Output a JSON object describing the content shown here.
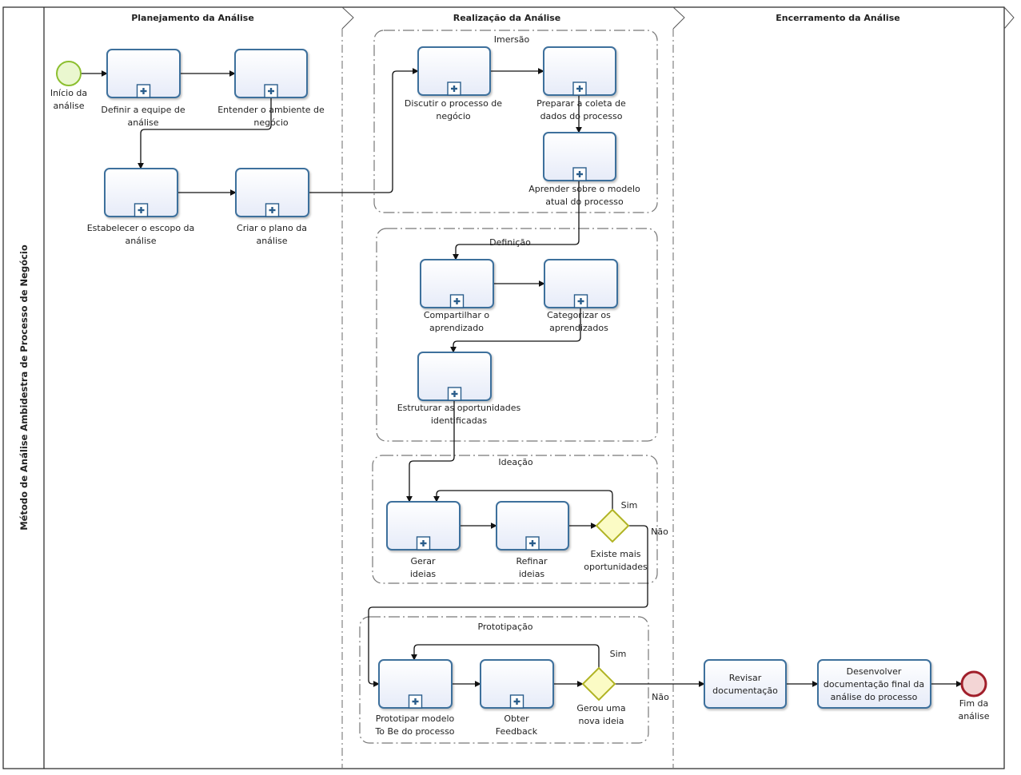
{
  "pool": {
    "title": "Método de Análise Ambidestra de Processo de Negócio"
  },
  "phases": [
    {
      "id": "planejamento",
      "title": "Planejamento da Análise"
    },
    {
      "id": "realizacao",
      "title": "Realização da Análise"
    },
    {
      "id": "encerramento",
      "title": "Encerramento da Análise"
    }
  ],
  "groups": [
    {
      "id": "imersao",
      "label": "Imersão"
    },
    {
      "id": "definicao",
      "label": "Definição"
    },
    {
      "id": "ideacao",
      "label": "Ideação"
    },
    {
      "id": "prototipacao",
      "label": "Prototipação"
    }
  ],
  "events": [
    {
      "id": "inicio",
      "kind": "start",
      "label": [
        "Início da",
        "análise"
      ]
    },
    {
      "id": "fim",
      "kind": "end",
      "label": [
        "Fim da",
        "análise"
      ]
    }
  ],
  "tasks": [
    {
      "id": "definir-equipe",
      "subprocess": true,
      "label": [
        "Definir a equipe de",
        "análise"
      ]
    },
    {
      "id": "entender-ambiente",
      "subprocess": true,
      "label": [
        "Entender o ambiente de",
        "negócio"
      ]
    },
    {
      "id": "estabelecer-escopo",
      "subprocess": true,
      "label": [
        "Estabelecer o escopo da",
        "análise"
      ]
    },
    {
      "id": "criar-plano",
      "subprocess": true,
      "label": [
        "Criar o plano da",
        "análise"
      ]
    },
    {
      "id": "discutir-processo",
      "subprocess": true,
      "label": [
        "Discutir o processo de",
        "negócio"
      ]
    },
    {
      "id": "preparar-coleta",
      "subprocess": true,
      "label": [
        "Preparar a coleta de",
        "dados do processo"
      ]
    },
    {
      "id": "aprender-modelo",
      "subprocess": true,
      "label": [
        "Aprender sobre o modelo",
        "atual do processo"
      ]
    },
    {
      "id": "compartilhar",
      "subprocess": true,
      "label": [
        "Compartilhar o",
        "aprendizado"
      ]
    },
    {
      "id": "categorizar",
      "subprocess": true,
      "label": [
        "Categorizar os",
        "aprendizados"
      ]
    },
    {
      "id": "estruturar",
      "subprocess": true,
      "label": [
        "Estruturar as oportunidades",
        "identificadas"
      ]
    },
    {
      "id": "gerar-ideias",
      "subprocess": true,
      "label": [
        "Gerar",
        "ideias"
      ]
    },
    {
      "id": "refinar-ideias",
      "subprocess": true,
      "label": [
        "Refinar",
        "ideias"
      ]
    },
    {
      "id": "prototipar",
      "subprocess": true,
      "label": [
        "Prototipar modelo",
        "To Be do processo"
      ]
    },
    {
      "id": "obter-feedback",
      "subprocess": true,
      "label": [
        "Obter",
        "Feedback"
      ]
    },
    {
      "id": "revisar",
      "subprocess": false,
      "label": [
        "Revisar",
        "documentação"
      ]
    },
    {
      "id": "desenvolver-doc",
      "subprocess": false,
      "label": [
        "Desenvolver",
        "documentação final da",
        "análise do processo"
      ]
    }
  ],
  "gateways": [
    {
      "id": "existe-mais",
      "label": [
        "Existe mais",
        "oportunidades"
      ],
      "yes_label": "Sim",
      "no_label": "Não"
    },
    {
      "id": "gerou-ideia",
      "label": [
        "Gerou uma",
        "nova ideia"
      ],
      "yes_label": "Sim",
      "no_label": "Não"
    }
  ],
  "colors": {
    "task_border": "#3e6f9c",
    "task_fill_top": "#ffffff",
    "task_fill_bottom": "#e6ebf8",
    "start_fill": "#eaf7cf",
    "start_stroke": "#8cbf2f",
    "end_fill": "#f3d5d5",
    "end_stroke": "#a11f2b",
    "gateway_fill": "#fbfbc5",
    "gateway_stroke": "#b0b324"
  }
}
